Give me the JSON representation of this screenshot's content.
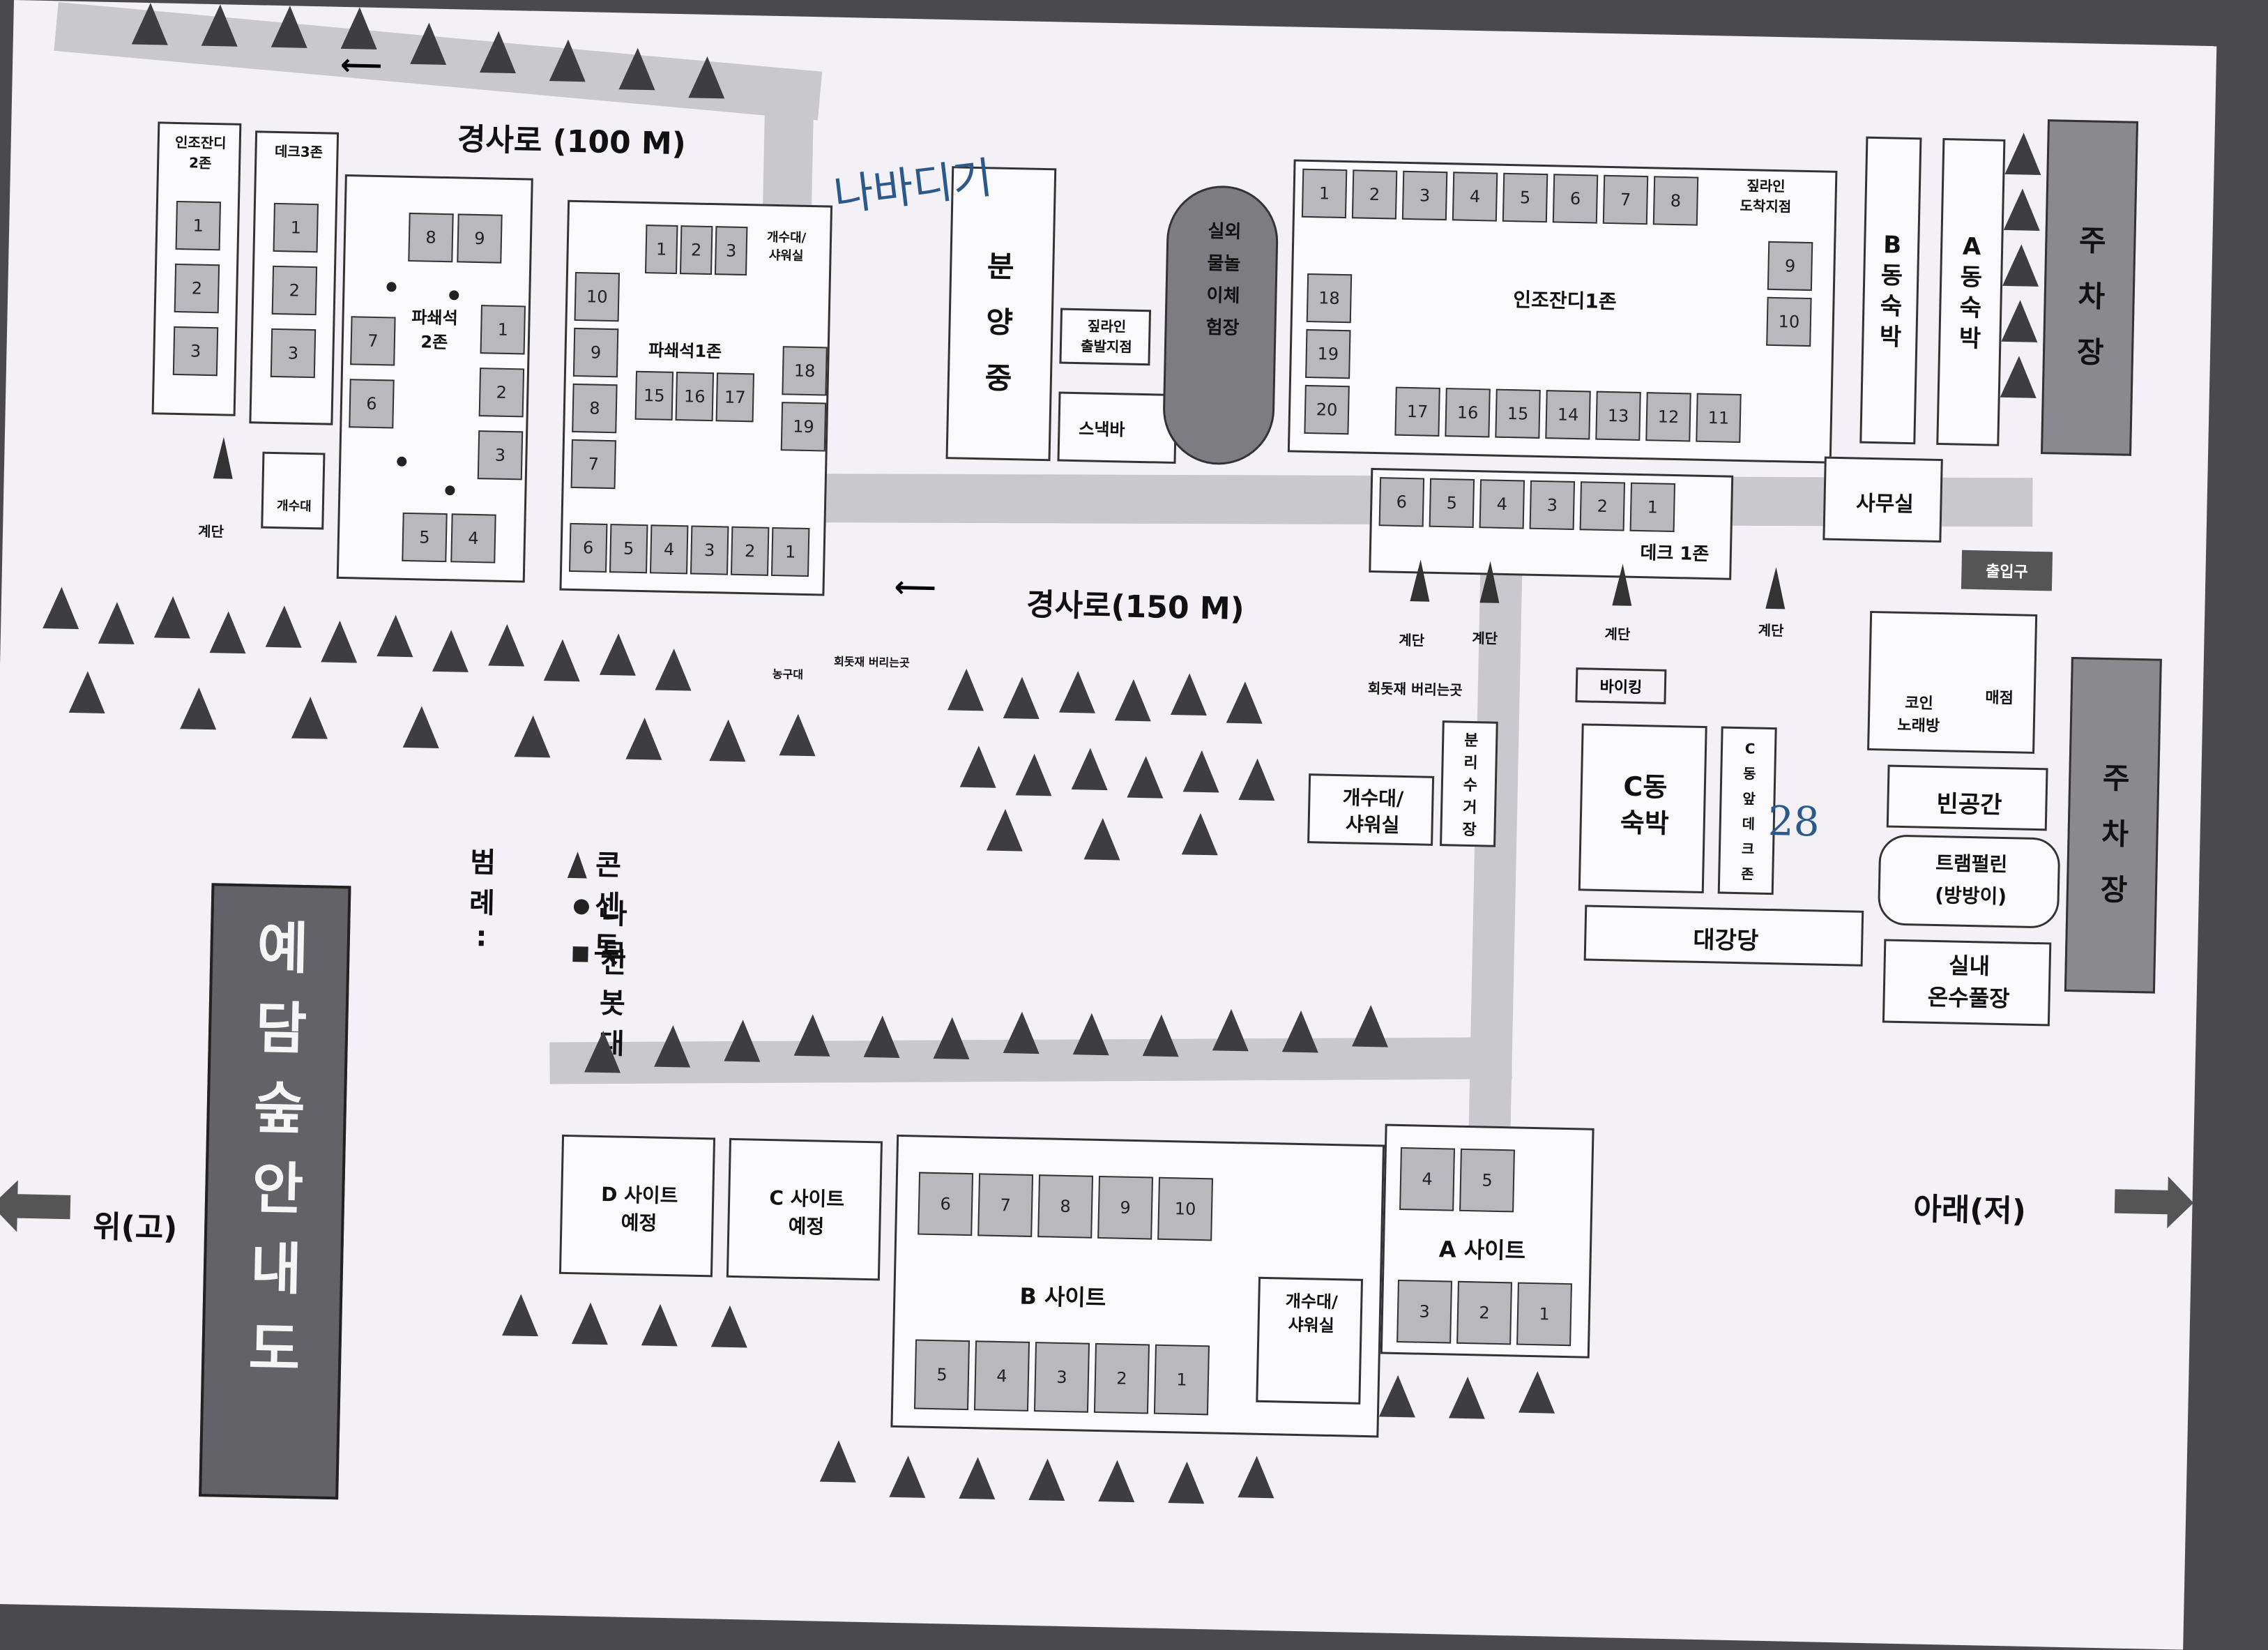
{
  "title_vertical": "예담숲 안내도",
  "direction_left": "위(고)",
  "direction_right": "아래(저)",
  "roads": {
    "slope_top": "경사로 (100 M)",
    "slope_mid": "경사로(150 M)"
  },
  "zones": {
    "artificial_grass_2": "인조잔디\n2존",
    "deck_3": "데크3존",
    "gravel_2": "파쇄석\n2존",
    "gravel_1": "파쇄석1존",
    "sink_shower_small": "개수대/\n샤워실",
    "sink": "개수대",
    "selling": "분\n양\n중",
    "zipline_start": "짚라인\n출발지점",
    "snack_bar": "스낵바",
    "water_play": "실외\n물놀이체험장",
    "artificial_grass_1": "인조잔디1존",
    "zipline_arrive": "짚라인\n도착지점",
    "b_lodging": "B\n동\n숙\n박",
    "a_lodging": "A\n동\n숙\n박",
    "parking_top": "주\n차\n장",
    "parking_bottom": "주\n차\n장",
    "office": "사무실",
    "deck_1": "데크 1존",
    "entrance": "출입구",
    "viking": "바이킹",
    "c_lodging": "C동\n숙박",
    "c_front_deck": "C\n동\n앞\n데\n크\n존",
    "separate_collection": "분\n리\n수\n거\n장",
    "sink_shower_mid": "개수대/\n샤워실",
    "waste_place_mid": "회돗재 버리는곳",
    "waste_place_left": "회돗재 버리는곳",
    "basketball": "농구대",
    "coin_karaoke": "코인\n노래방",
    "store": "매점",
    "vacant": "빈공간",
    "trampoline": "트램펄린\n(방방이)",
    "indoor_pool": "실내\n온수풀장",
    "auditorium": "대강당",
    "d_site": "D 사이트\n예정",
    "c_site": "C 사이트\n예정",
    "b_site": "B 사이트",
    "a_site": "A 사이트",
    "sink_shower_b": "개수대/\n샤워실",
    "stairs": "계단"
  },
  "sites": {
    "grass1_top": [
      "1",
      "2",
      "3",
      "4",
      "5",
      "6",
      "7",
      "8"
    ],
    "grass1_left": [
      "18",
      "19",
      "20"
    ],
    "grass1_right": [
      "9",
      "10"
    ],
    "grass1_bottom": [
      "17",
      "16",
      "15",
      "14",
      "13",
      "12",
      "11"
    ],
    "deck1": [
      "6",
      "5",
      "4",
      "3",
      "2",
      "1"
    ],
    "gravel1_top": [
      "1",
      "2",
      "3"
    ],
    "gravel1_left": [
      "10",
      "9",
      "8",
      "7"
    ],
    "gravel1_mid": [
      "15",
      "16",
      "17"
    ],
    "gravel1_bottom": [
      "6",
      "5",
      "4",
      "3",
      "2",
      "1"
    ],
    "gravel1_right": [
      "18",
      "19"
    ],
    "gravel2_top": [
      "8",
      "9"
    ],
    "gravel2_left": [
      "7",
      "6"
    ],
    "gravel2_right": [
      "1",
      "2",
      "3"
    ],
    "gravel2_bottom": [
      "5",
      "4"
    ],
    "grass2": [
      "1",
      "2",
      "3"
    ],
    "deck3": [
      "1",
      "2",
      "3"
    ],
    "b_top": [
      "6",
      "7",
      "8",
      "9",
      "10"
    ],
    "b_bottom": [
      "5",
      "4",
      "3",
      "2",
      "1"
    ],
    "a_top": [
      "4",
      "5"
    ],
    "a_bottom": [
      "3",
      "2",
      "1"
    ]
  },
  "legend": {
    "title": "범례 :",
    "outlet": "콘센트",
    "tree": "나무",
    "pole": "전봇대"
  },
  "handwritten": {
    "note_top": "나바디기",
    "note_site": "28"
  }
}
